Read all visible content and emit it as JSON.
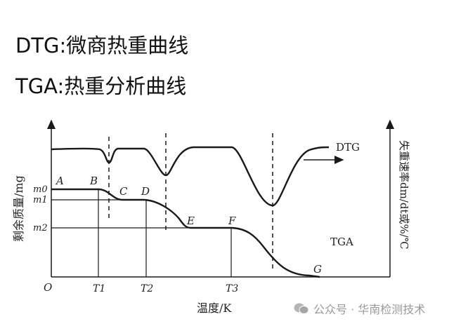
{
  "titles": {
    "dtg": "DTG:微商热重曲线",
    "tga": "TGA:热重分析曲线"
  },
  "diagram": {
    "curve_labels": {
      "dtg": "DTG",
      "tga": "TGA"
    },
    "points": {
      "A": "A",
      "B": "B",
      "C": "C",
      "D": "D",
      "E": "E",
      "F": "F",
      "G": "G"
    },
    "y_ticks": {
      "m0": "m0",
      "m1": "m1",
      "m2": "m2"
    },
    "x_ticks": {
      "origin": "O",
      "T1": "T1",
      "T2": "T2",
      "T3": "T3"
    },
    "y_left_label": "剩余质量/mg",
    "y_right_label": "失重速率dm/dt或%/℃",
    "x_label": "温度/K",
    "line_color": "#1a1a1a"
  },
  "watermark": {
    "text": "公众号 · 华南检测技术",
    "icon": "wechat-icon"
  }
}
